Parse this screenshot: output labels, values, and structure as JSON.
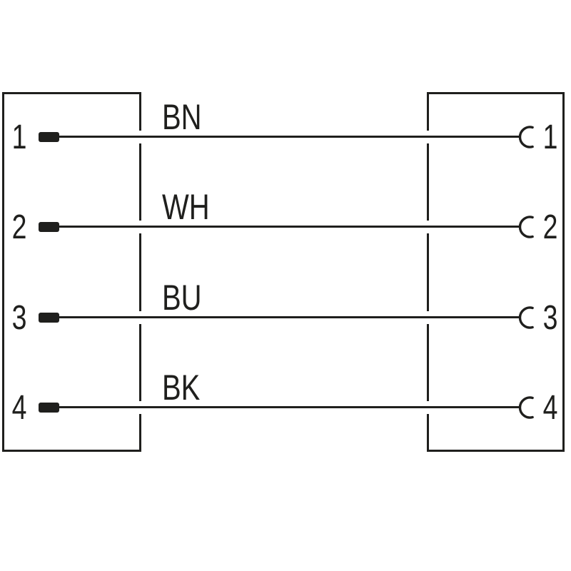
{
  "colors": {
    "line": "#1f1f1d",
    "background": "#ffffff"
  },
  "diagram": {
    "type": "cable-pinout-wiring-diagram",
    "left_connector_icon": "male-pin-contacts",
    "right_connector_icon": "female-socket-contacts"
  },
  "wires": [
    {
      "color_code": "BN",
      "left_pin": "1",
      "right_pin": "1"
    },
    {
      "color_code": "WH",
      "left_pin": "2",
      "right_pin": "2"
    },
    {
      "color_code": "BU",
      "left_pin": "3",
      "right_pin": "3"
    },
    {
      "color_code": "BK",
      "left_pin": "4",
      "right_pin": "4"
    }
  ]
}
